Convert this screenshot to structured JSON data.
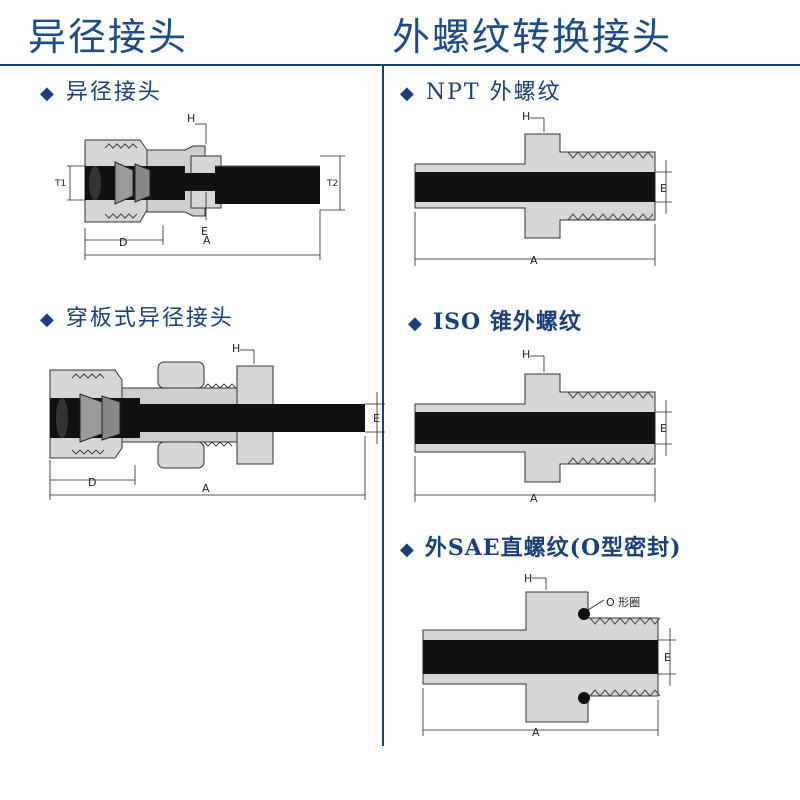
{
  "header": {
    "left_title": "异径接头",
    "right_title": "外螺纹转换接头"
  },
  "sections": [
    {
      "marker": "◆",
      "label": "异径接头"
    },
    {
      "marker": "◆",
      "label": "穿板式异径接头"
    },
    {
      "marker": "◆",
      "label": "NPT 外螺纹"
    },
    {
      "marker": "◆",
      "label": "ISO 锥外螺纹"
    },
    {
      "marker": "◆",
      "label": "外SAE直螺纹(O型密封)"
    }
  ],
  "dims": {
    "A": "A",
    "D": "D",
    "E": "E",
    "H": "H",
    "T1": "T1",
    "T2": "T2",
    "oring": "O 形圈"
  },
  "colors": {
    "accent": "#1a4a8c",
    "metal_fill": "#d6d6d6",
    "tube_fill": "#111111"
  }
}
